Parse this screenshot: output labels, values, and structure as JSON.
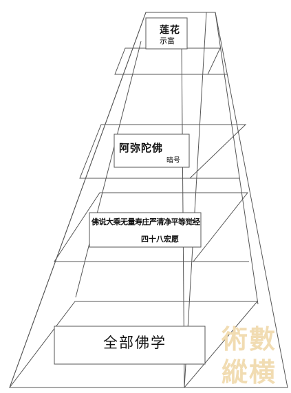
{
  "levels": {
    "top": {
      "title": "莲花",
      "subtitle": "示富"
    },
    "middle": {
      "title": "阿弥陀佛",
      "subtitle": "暗号"
    },
    "lower": {
      "title": "佛说大乘无量寿庄严清净平等觉经",
      "subtitle": "四十八宏愿"
    },
    "base": {
      "title": "全部佛学"
    }
  },
  "watermark": {
    "line1": "術數",
    "line2": "縱横"
  },
  "colors": {
    "line": "#555555",
    "watermark": "#f1dcb2",
    "background": "#ffffff"
  }
}
